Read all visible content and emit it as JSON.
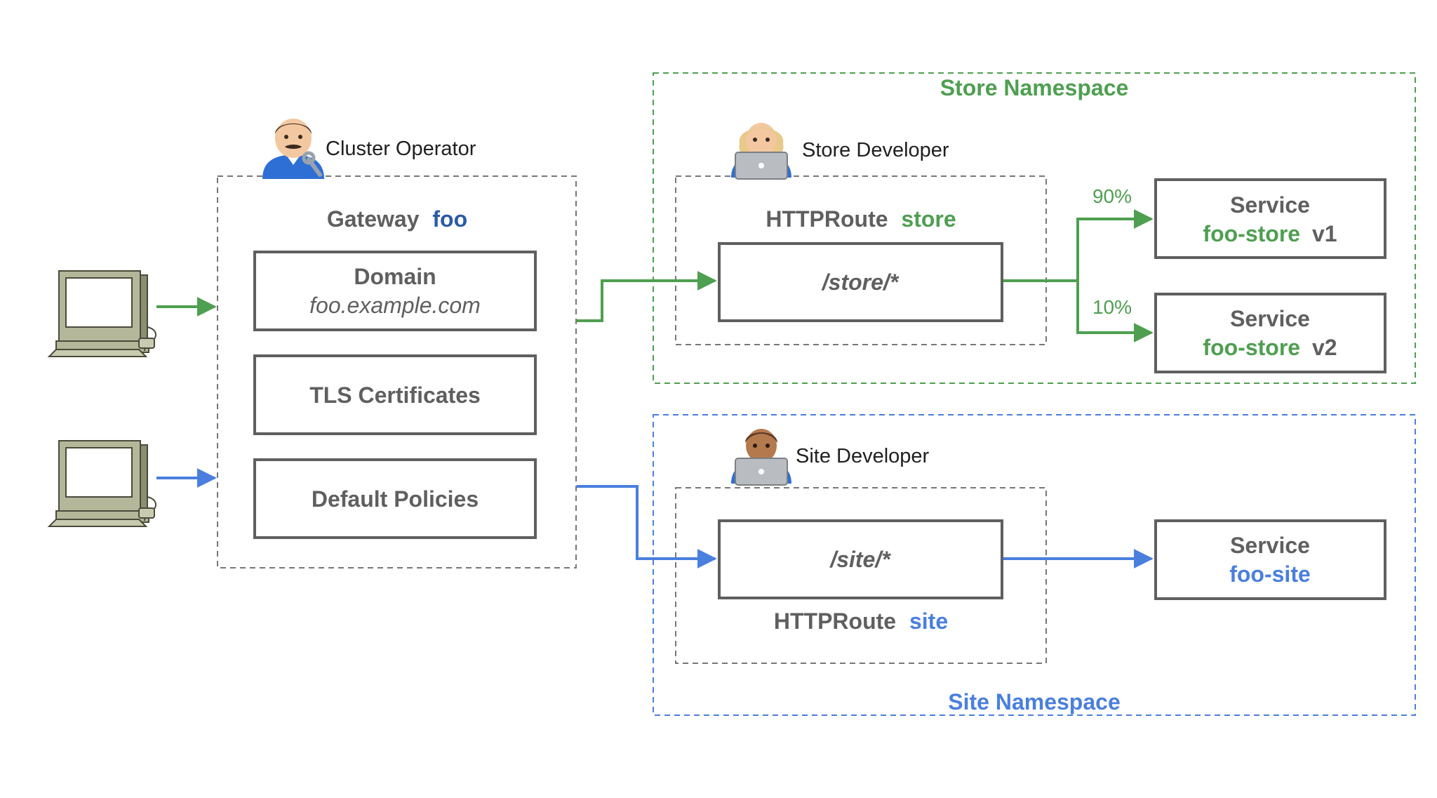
{
  "colors": {
    "green": "#4e9f50",
    "blue": "#4a7fde",
    "blue_dark": "#2b5aa8",
    "gray_text": "#5f5f5f",
    "box_border": "#5f5f5f",
    "dashed_gray": "#777777"
  },
  "icons": {
    "client_top": "desktop-computer-icon",
    "client_bottom": "desktop-computer-icon",
    "cluster_operator": "mechanic-person-icon",
    "store_developer": "technologist-laptop-icon",
    "site_developer": "technologist-laptop-icon"
  },
  "roles": {
    "cluster_operator": "Cluster Operator",
    "store_developer": "Store Developer",
    "site_developer": "Site Developer"
  },
  "gateway": {
    "kind": "Gateway",
    "name": "foo",
    "domain_label": "Domain",
    "domain_value": "foo.example.com",
    "tls_label": "TLS Certificates",
    "policies_label": "Default Policies"
  },
  "store_ns": {
    "title": "Store Namespace",
    "route_kind": "HTTPRoute",
    "route_name": "store",
    "path": "/store/*",
    "split_top": "90%",
    "split_bottom": "10%",
    "svc1_kind": "Service",
    "svc1_name": "foo-store",
    "svc1_version": "v1",
    "svc2_kind": "Service",
    "svc2_name": "foo-store",
    "svc2_version": "v2"
  },
  "site_ns": {
    "title": "Site Namespace",
    "route_kind": "HTTPRoute",
    "route_name": "site",
    "path": "/site/*",
    "svc_kind": "Service",
    "svc_name": "foo-site"
  }
}
